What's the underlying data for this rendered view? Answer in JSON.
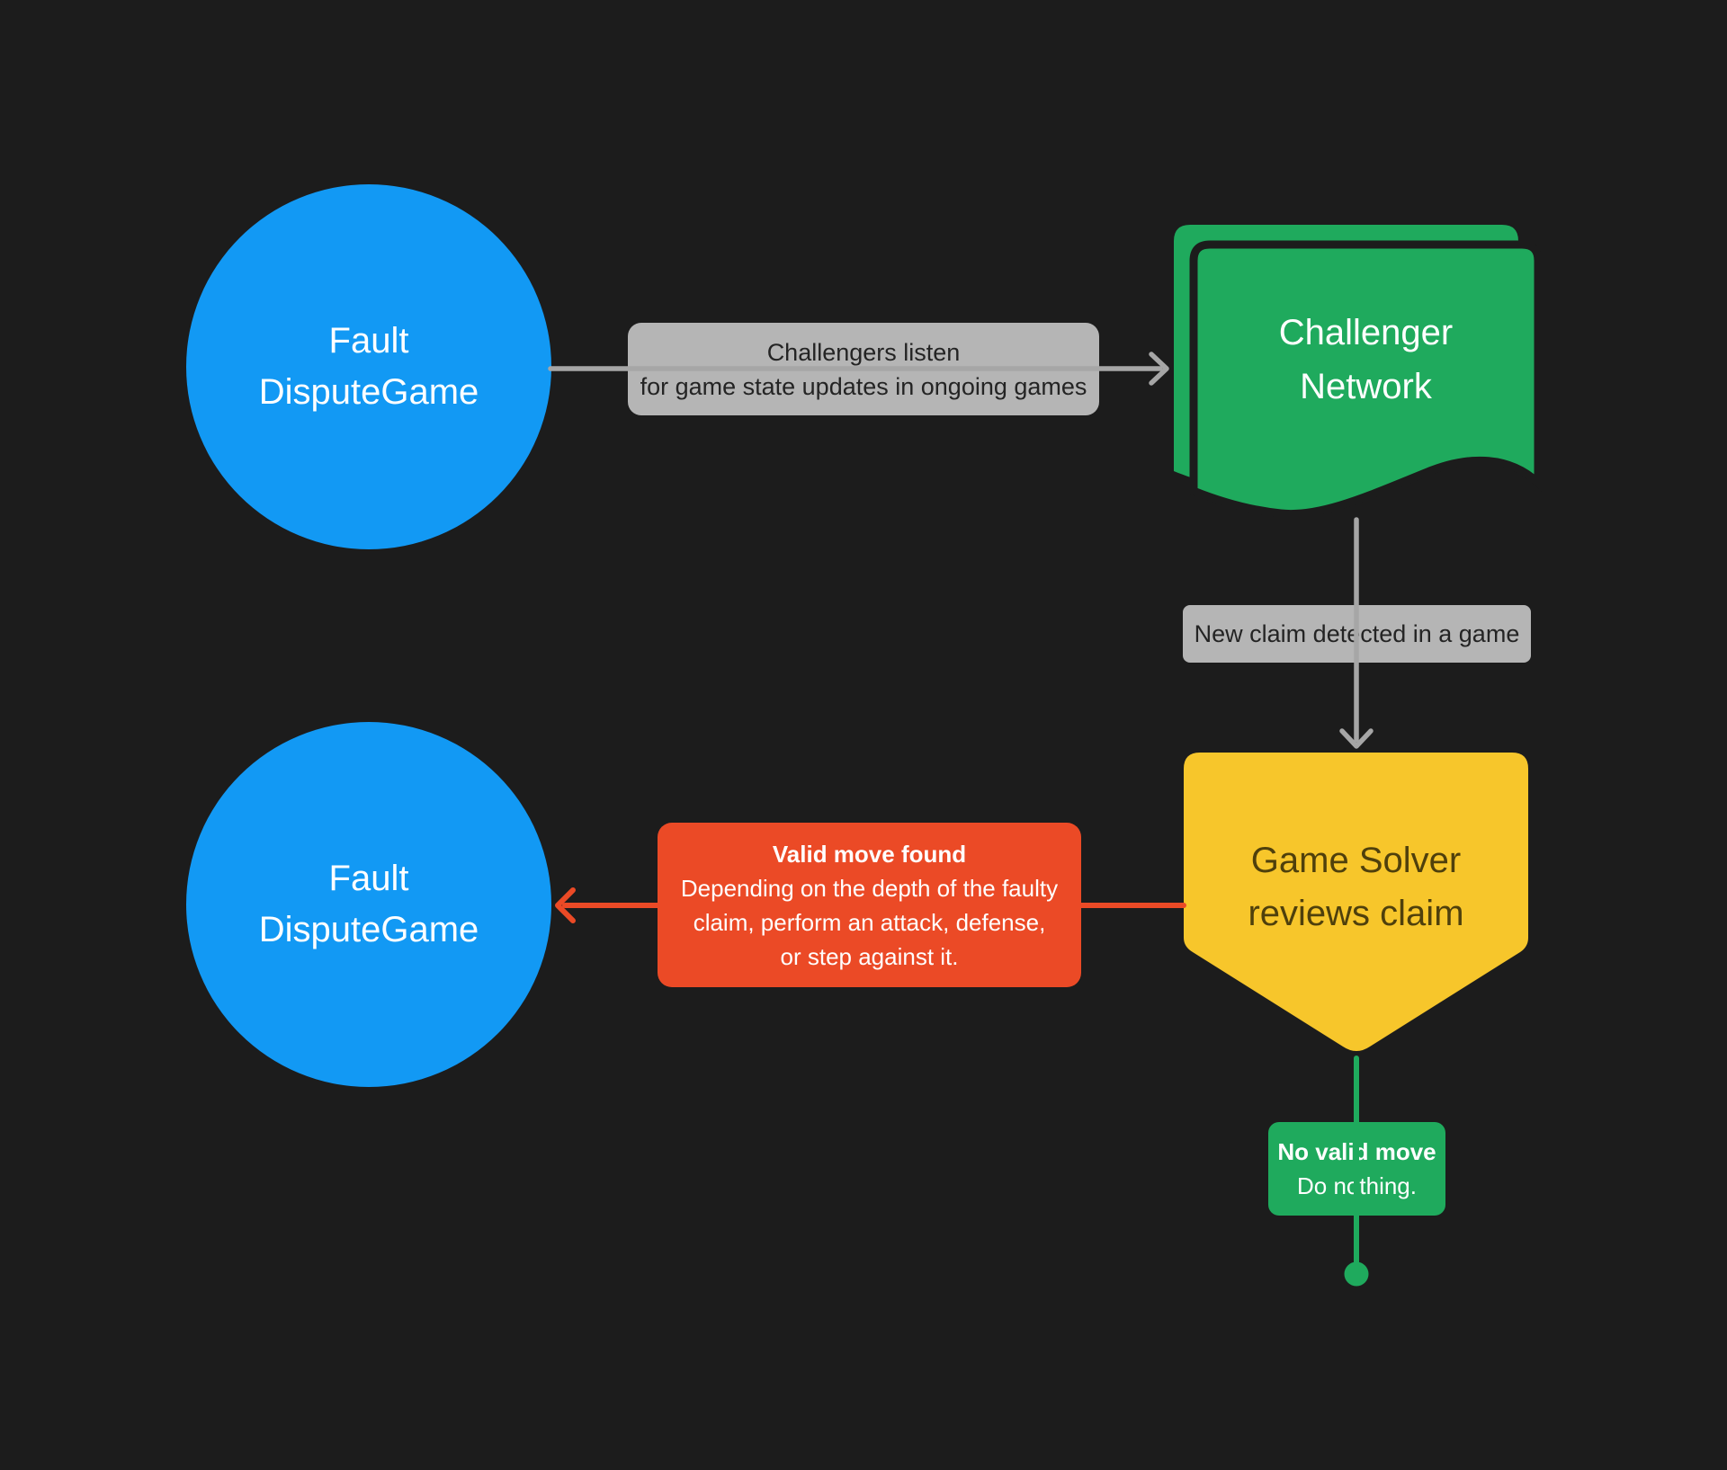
{
  "colors": {
    "bg": "#1C1C1C",
    "blue": "#1299F4",
    "green": "#1FAA5D",
    "yellow": "#F7C62B",
    "red": "#EB4A26",
    "graybox": "#B5B5B5",
    "grayline": "#A6A6A6",
    "darktext": "#242424",
    "yellowtext": "#4F400C",
    "white": "#FFFFFF"
  },
  "nodes": {
    "fault_dispute_game_top": {
      "lines": [
        "Fault",
        "DisputeGame"
      ]
    },
    "challenger_network": {
      "lines": [
        "Challenger",
        "Network"
      ]
    },
    "game_solver": {
      "lines": [
        "Game Solver",
        "reviews claim"
      ]
    },
    "fault_dispute_game_bottom": {
      "lines": [
        "Fault",
        "DisputeGame"
      ]
    }
  },
  "labels": {
    "listen": {
      "lines": [
        "Challengers listen",
        "for game state updates in ongoing games"
      ]
    },
    "new_claim": {
      "text": "New claim detected in a game"
    },
    "valid_move": {
      "title": "Valid move found",
      "lines": [
        "Depending on the depth of the faulty",
        "claim, perform an attack, defense,",
        "or step against it."
      ]
    },
    "no_valid_move": {
      "title": "No valid move",
      "body": "Do nothing."
    }
  }
}
